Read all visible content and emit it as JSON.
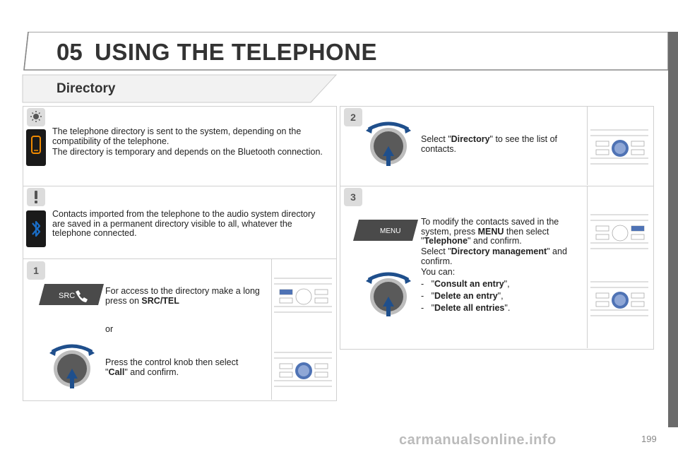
{
  "header": {
    "chapter_number": "05",
    "chapter_title": "USING THE TELEPHONE",
    "section_title": "Directory"
  },
  "info_panel": {
    "line1": "The telephone directory is sent to the system, depending on the compatibility of the telephone.",
    "line2": "The directory is temporary and depends on the Bluetooth connection."
  },
  "warning_panel": {
    "text": "Contacts imported from the telephone to the audio system directory are saved in a permanent directory visible to all, whatever the telephone connected."
  },
  "step1": {
    "badge": "1",
    "button_label": "SRC",
    "text_a_pre": "For access to the directory make a long press on ",
    "text_a_bold": "SRC/TEL",
    "or": "or",
    "text_b_pre": "Press the control knob then select \"",
    "text_b_bold": "Call",
    "text_b_post": "\" and confirm."
  },
  "step2": {
    "badge": "2",
    "text_pre": "Select \"",
    "text_bold": "Directory",
    "text_post": "\" to see the list of contacts."
  },
  "step3": {
    "badge": "3",
    "menu_label": "MENU",
    "p1_pre": "To modify the contacts saved in the system, press ",
    "p1_bold1": "MENU",
    "p1_mid": " then select \"",
    "p1_bold2": "Telephone",
    "p1_post": "\" and confirm.",
    "p2_pre": "Select \"",
    "p2_bold": "Directory management",
    "p2_post": "\" and confirm.",
    "p3": "You can:",
    "items": [
      {
        "dash": "-",
        "pre": "\"",
        "bold": "Consult an entry",
        "post": "\","
      },
      {
        "dash": "-",
        "pre": "\"",
        "bold": "Delete an entry",
        "post": "\","
      },
      {
        "dash": "-",
        "pre": "\"",
        "bold": "Delete all entries",
        "post": "\"."
      }
    ]
  },
  "footer": {
    "page_number": "199",
    "watermark": "carmanualsonline.info"
  },
  "colors": {
    "badge_bg": "#dcdcdc",
    "panel_border": "#d0d0d0",
    "accent_orange": "#f08a00",
    "bluetooth_blue": "#1a6ec8",
    "knob_arrow": "#1f4f8c"
  }
}
